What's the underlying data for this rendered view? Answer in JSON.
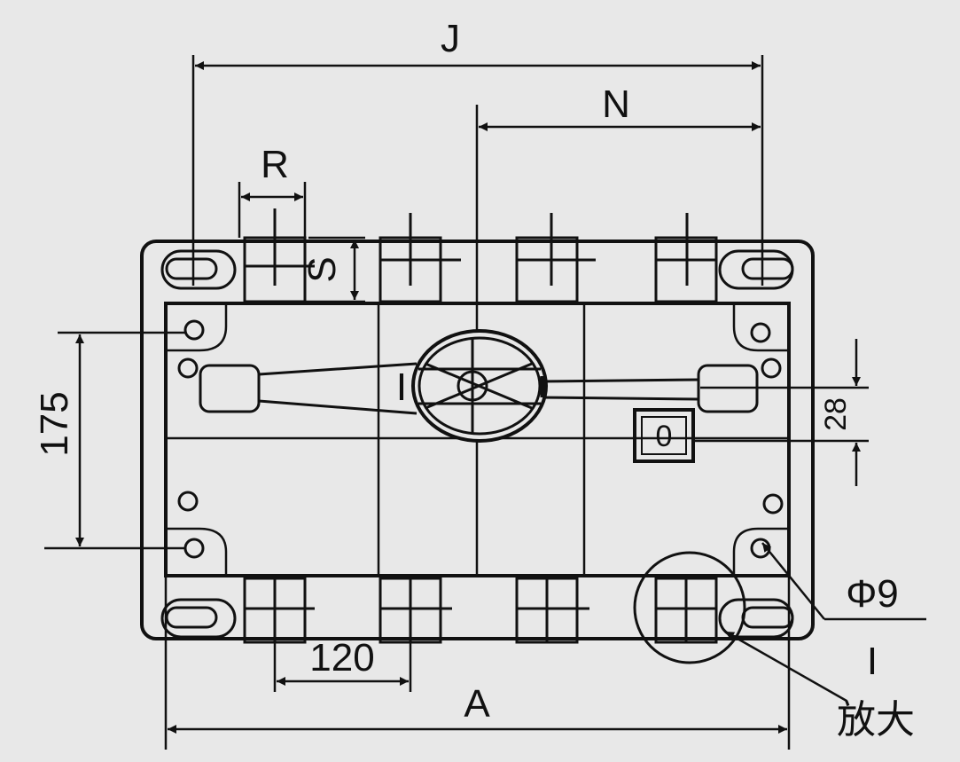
{
  "dimensions": {
    "J": "J",
    "N": "N",
    "R": "R",
    "S": "S",
    "height_175": "175",
    "gap_28": "28",
    "pitch_120": "120",
    "A": "A",
    "hole": "Φ9",
    "detail_mark": "I"
  },
  "switch": {
    "position_on": "I",
    "position_off": "0"
  },
  "callout": {
    "magnify": "放大"
  },
  "colors": {
    "background": "#e8e8e8",
    "line": "#111111",
    "body_fill": "#e8e8e8"
  }
}
